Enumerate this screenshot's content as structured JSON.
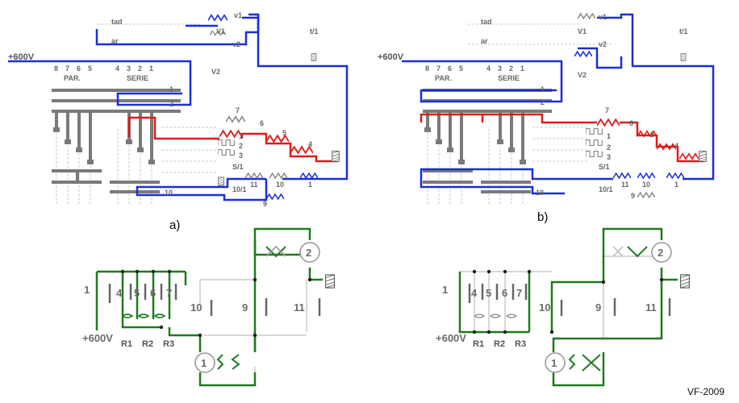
{
  "colors": {
    "blue": "#1a2fd6",
    "red": "#e01b1b",
    "green": "#1f7a1f",
    "gray": "#7a7a7a",
    "thin": "#b5b5b5"
  },
  "panel_a": {
    "caption": "a)",
    "supply": "+600V",
    "par_label": "PAR.",
    "serie_label": "SERIE",
    "par_numbers": [
      "8",
      "7",
      "6",
      "5"
    ],
    "serie_numbers": [
      "4",
      "3",
      "2",
      "1"
    ],
    "switch_labels": {
      "ta": "tad",
      "ar": "ar",
      "v1": "V1",
      "v2": "V2",
      "v1_top": "v1",
      "v2_mid": "v2",
      "t1": "t/1",
      "bus_1": "1",
      "bus_2": "2"
    },
    "resistor_labels": [
      "7",
      "6",
      "5",
      "4",
      "3",
      "2",
      "1"
    ],
    "ladder_labels": [
      "1",
      "2",
      "3",
      "S/1",
      "10/1"
    ],
    "bottom_labels": [
      "11",
      "10",
      "1",
      "10",
      "9"
    ]
  },
  "panel_b": {
    "caption": "b)",
    "supply": "+600V",
    "par_label": "PAR.",
    "serie_label": "SERIE",
    "par_numbers": [
      "8",
      "7",
      "6",
      "5"
    ],
    "serie_numbers": [
      "4",
      "3",
      "2",
      "1"
    ],
    "switch_labels": {
      "ta": "tad",
      "ar": "ar",
      "v1": "V1",
      "v2": "V2",
      "v1_top": "v1",
      "v2_mid": "v2",
      "t1": "t/1",
      "bus_1": "1",
      "bus_2": "2"
    },
    "resistor_labels": [
      "7",
      "6",
      "5",
      "4",
      "11",
      "10",
      "1",
      "9"
    ],
    "ladder_labels": [
      "1",
      "2",
      "3",
      "S/1",
      "10/1",
      "10"
    ]
  },
  "panel_c": {
    "supply": "+600V",
    "contacts": [
      "1",
      "4",
      "5",
      "6",
      "7",
      "10",
      "9",
      "11"
    ],
    "resistors": [
      "R1",
      "R2",
      "R3"
    ],
    "motors": [
      "1",
      "2"
    ]
  },
  "panel_d": {
    "supply": "+600V",
    "contacts": [
      "1",
      "4",
      "5",
      "6",
      "7",
      "10",
      "9",
      "11"
    ],
    "resistors": [
      "R1",
      "R2",
      "R3"
    ],
    "motors": [
      "1",
      "2"
    ]
  },
  "watermark": "VF-2009"
}
